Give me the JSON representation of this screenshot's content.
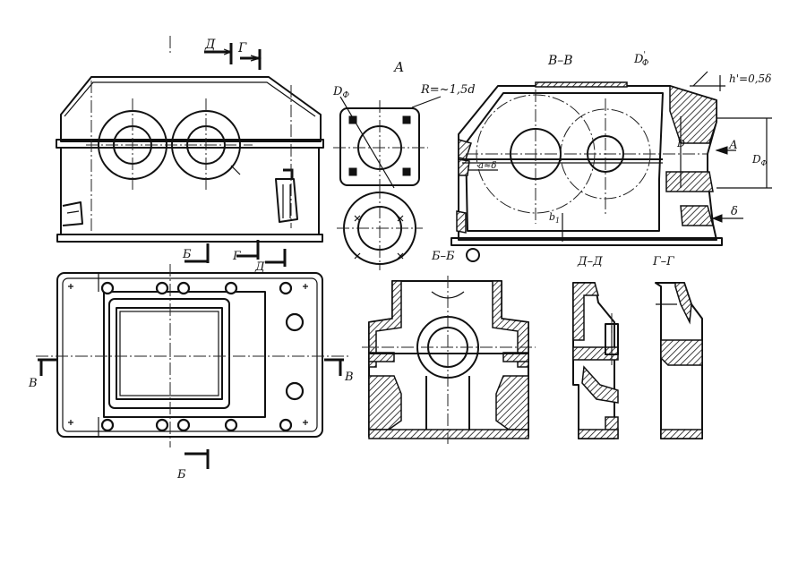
{
  "labels": {
    "view_a": "А",
    "section_vv": "В–В",
    "section_bb": "Б–Б",
    "section_dd": "Д–Д",
    "section_gg": "Г–Г",
    "cut_d": "Д",
    "cut_g": "Г",
    "cut_b": "Б",
    "cut_v": "В",
    "d_phi": "D",
    "d_phi_sub": "Ф",
    "d_phi_prime": "D",
    "d_phi_prime_sub": "Ф",
    "d_phi_prime_sup": "'",
    "radius": "R=~1,5d",
    "h_prime": "h'=0,5δ",
    "a_eq": "a≈δ",
    "dim_D": "D",
    "dim_DF": "D",
    "dim_DF_sub": "Ф",
    "delta": "δ",
    "b1": "b",
    "b1_sub": "1"
  }
}
